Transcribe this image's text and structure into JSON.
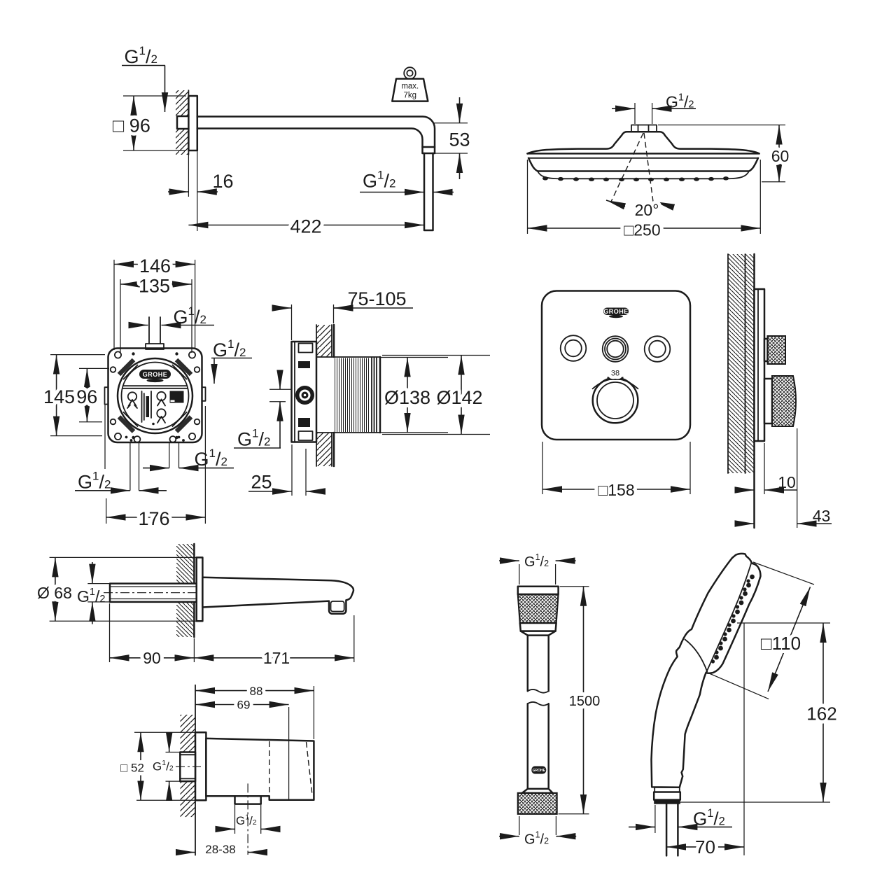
{
  "page": {
    "background": "#ffffff",
    "ink": "#1b1b1b"
  },
  "g_half": {
    "base": "G",
    "sup": "1",
    "slash": "/",
    "sub": "2"
  },
  "shower_arm": {
    "thread_wall": "G 1/2",
    "flange_size": "□ 96",
    "flange_offset": "16",
    "projection": "422",
    "drop": "53",
    "thread_outlet": "G 1/2",
    "max_load": [
      "max.",
      "7kg"
    ]
  },
  "head_shower": {
    "thread": "G 1/2",
    "height": "60",
    "spray_angle": "20°",
    "width": "□250"
  },
  "rough_in_box_front": {
    "width_flange": "146",
    "width_screws": "135",
    "thread_top": "G 1/2",
    "thread_right": "G 1/2",
    "height_flange": "145",
    "height_ports": "96",
    "thread_bottom": "G 1/2",
    "thread_left": "G 1/2",
    "width_total": "176",
    "logo": "GROHE"
  },
  "rough_in_box_side": {
    "install_depth_range": "75-105",
    "sleeve_diameter": "Ø138",
    "cap_diameter": "Ø142",
    "thread_side": "G 1/2",
    "rear_offset": "25"
  },
  "trim_front": {
    "logo": "GROHE",
    "temperature_mark": "38",
    "plate_size": "□158"
  },
  "trim_side": {
    "plate_depth": "10",
    "knob_depth": "43"
  },
  "bath_spout": {
    "flange_diameter": "Ø 68",
    "thread": "G 1/2",
    "wall_section": "90",
    "projection": "171"
  },
  "wall_union": {
    "depth_total": "88",
    "depth_holder": "69",
    "flange_size": "□ 52",
    "thread_inlet": "G 1/2",
    "thread_outlet": "G 1/2",
    "install_range": "28-38"
  },
  "hose": {
    "thread_top": "G 1/2",
    "length": "1500",
    "thread_bottom": "G 1/2",
    "logo": "GROHE"
  },
  "hand_shower": {
    "head_size": "□110",
    "length": "162",
    "thread": "G 1/2",
    "outlet_offset": "70"
  }
}
